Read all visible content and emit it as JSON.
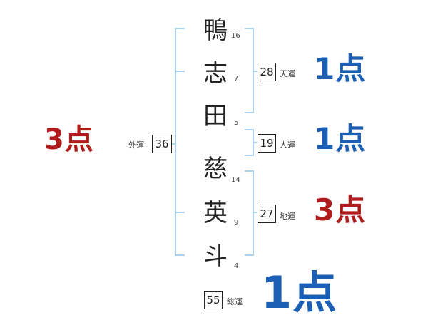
{
  "name": {
    "chars": [
      {
        "char": "鴨",
        "strokes": "16"
      },
      {
        "char": "志",
        "strokes": "7"
      },
      {
        "char": "田",
        "strokes": "5"
      },
      {
        "char": "慈",
        "strokes": "14"
      },
      {
        "char": "英",
        "strokes": "9"
      },
      {
        "char": "斗",
        "strokes": "4"
      }
    ]
  },
  "fortunes": {
    "tenkaku": {
      "label": "天運",
      "value": "28",
      "score": "1点",
      "color": "#1a5fb4"
    },
    "jinkaku": {
      "label": "人運",
      "value": "19",
      "score": "1点",
      "color": "#1a5fb4"
    },
    "chikaku": {
      "label": "地運",
      "value": "27",
      "score": "3点",
      "color": "#b01c1c"
    },
    "gaikaku": {
      "label": "外運",
      "value": "36",
      "score": "3点",
      "color": "#b01c1c"
    },
    "soukaku": {
      "label": "総運",
      "value": "55",
      "score": "1点",
      "color": "#1a5fb4"
    }
  },
  "colors": {
    "bracket": "#8fc3e3",
    "blue": "#1a5fb4",
    "red": "#b01c1c"
  }
}
